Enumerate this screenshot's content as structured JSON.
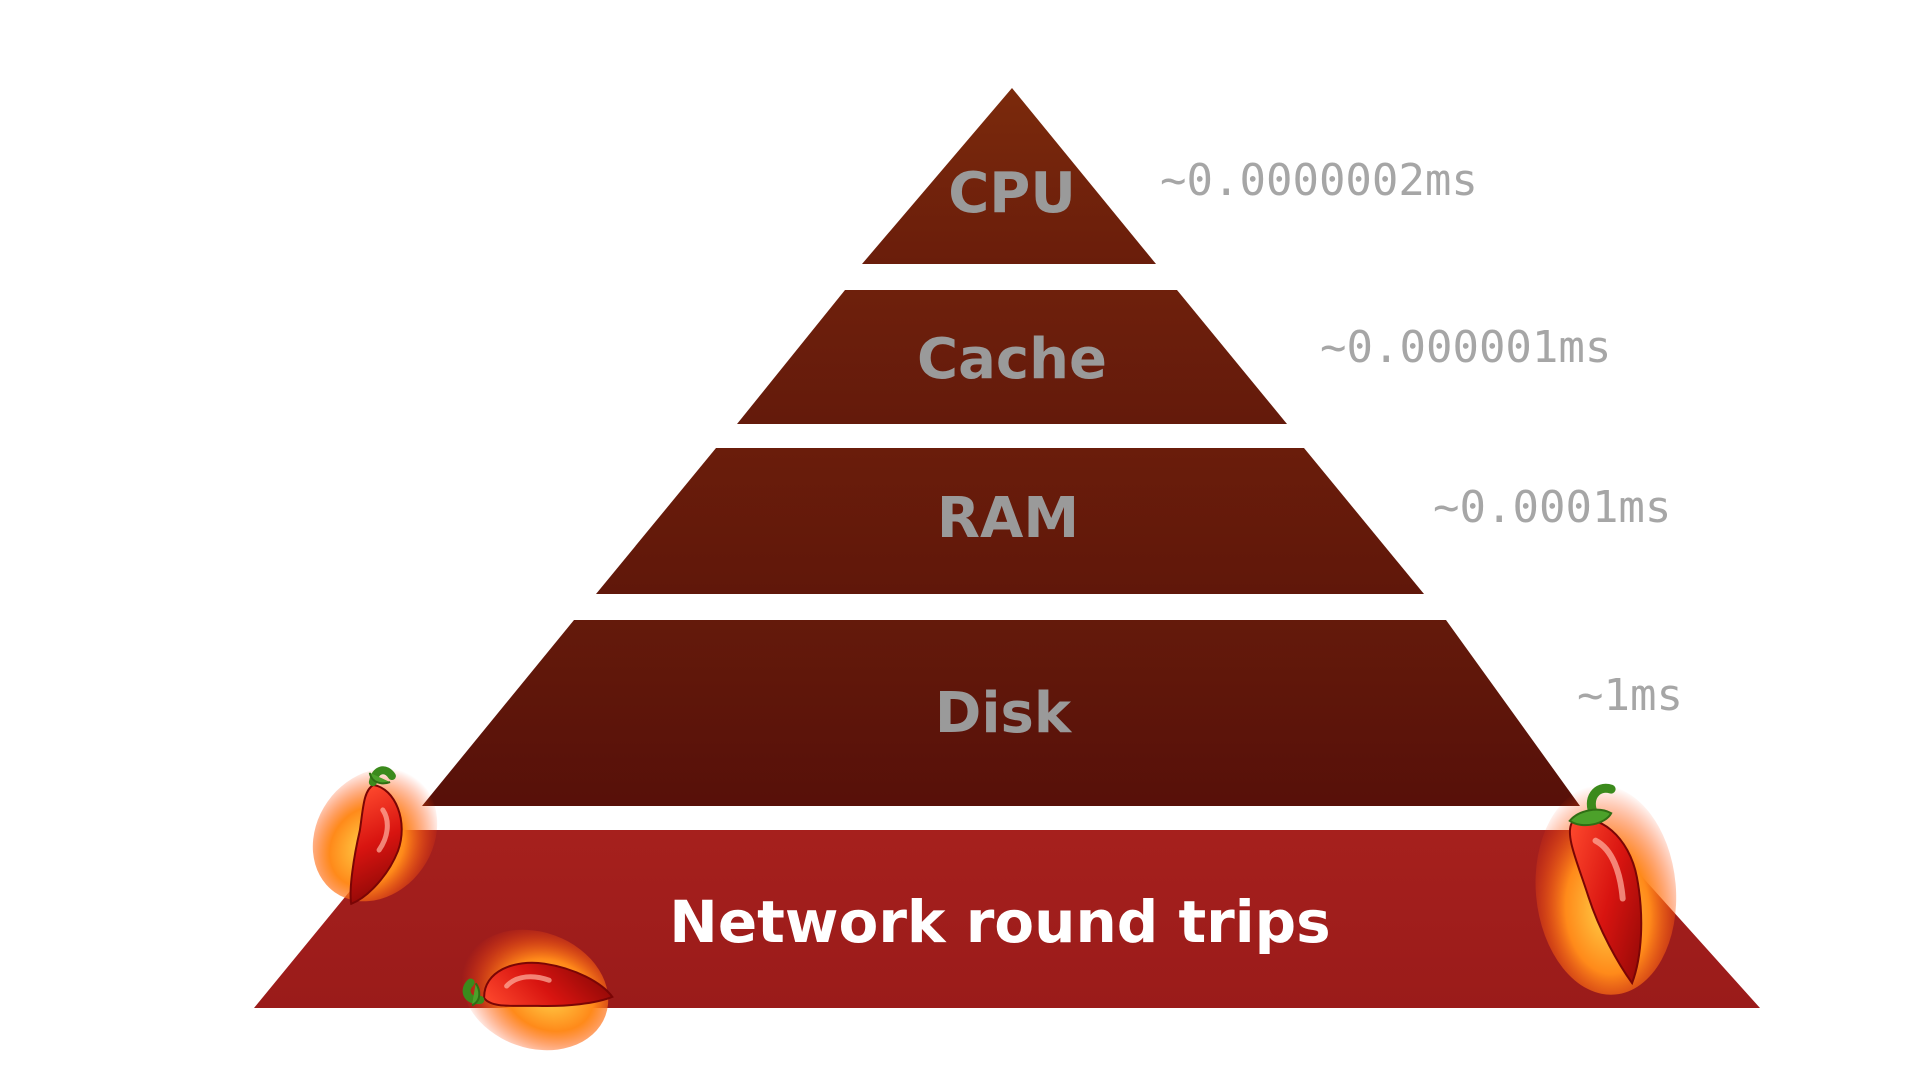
{
  "diagram": {
    "tiers": [
      {
        "label": "CPU",
        "latency": "~0.0000002ms"
      },
      {
        "label": "Cache",
        "latency": "~0.000001ms"
      },
      {
        "label": "RAM",
        "latency": "~0.0001ms"
      },
      {
        "label": "Disk",
        "latency": "~1ms"
      },
      {
        "label": "Network round trips",
        "latency": ""
      }
    ],
    "colors": {
      "tier_top": "#7a2a0e",
      "tier_dark": "#5a120b",
      "tier_hot": "#a11e1c",
      "label_gray": "#9a9a9a",
      "label_white": "#ffffff",
      "latency_gray": "#a6a6a6"
    },
    "decorations": [
      "chili-pepper-icon",
      "chili-pepper-icon",
      "chili-pepper-icon"
    ]
  }
}
